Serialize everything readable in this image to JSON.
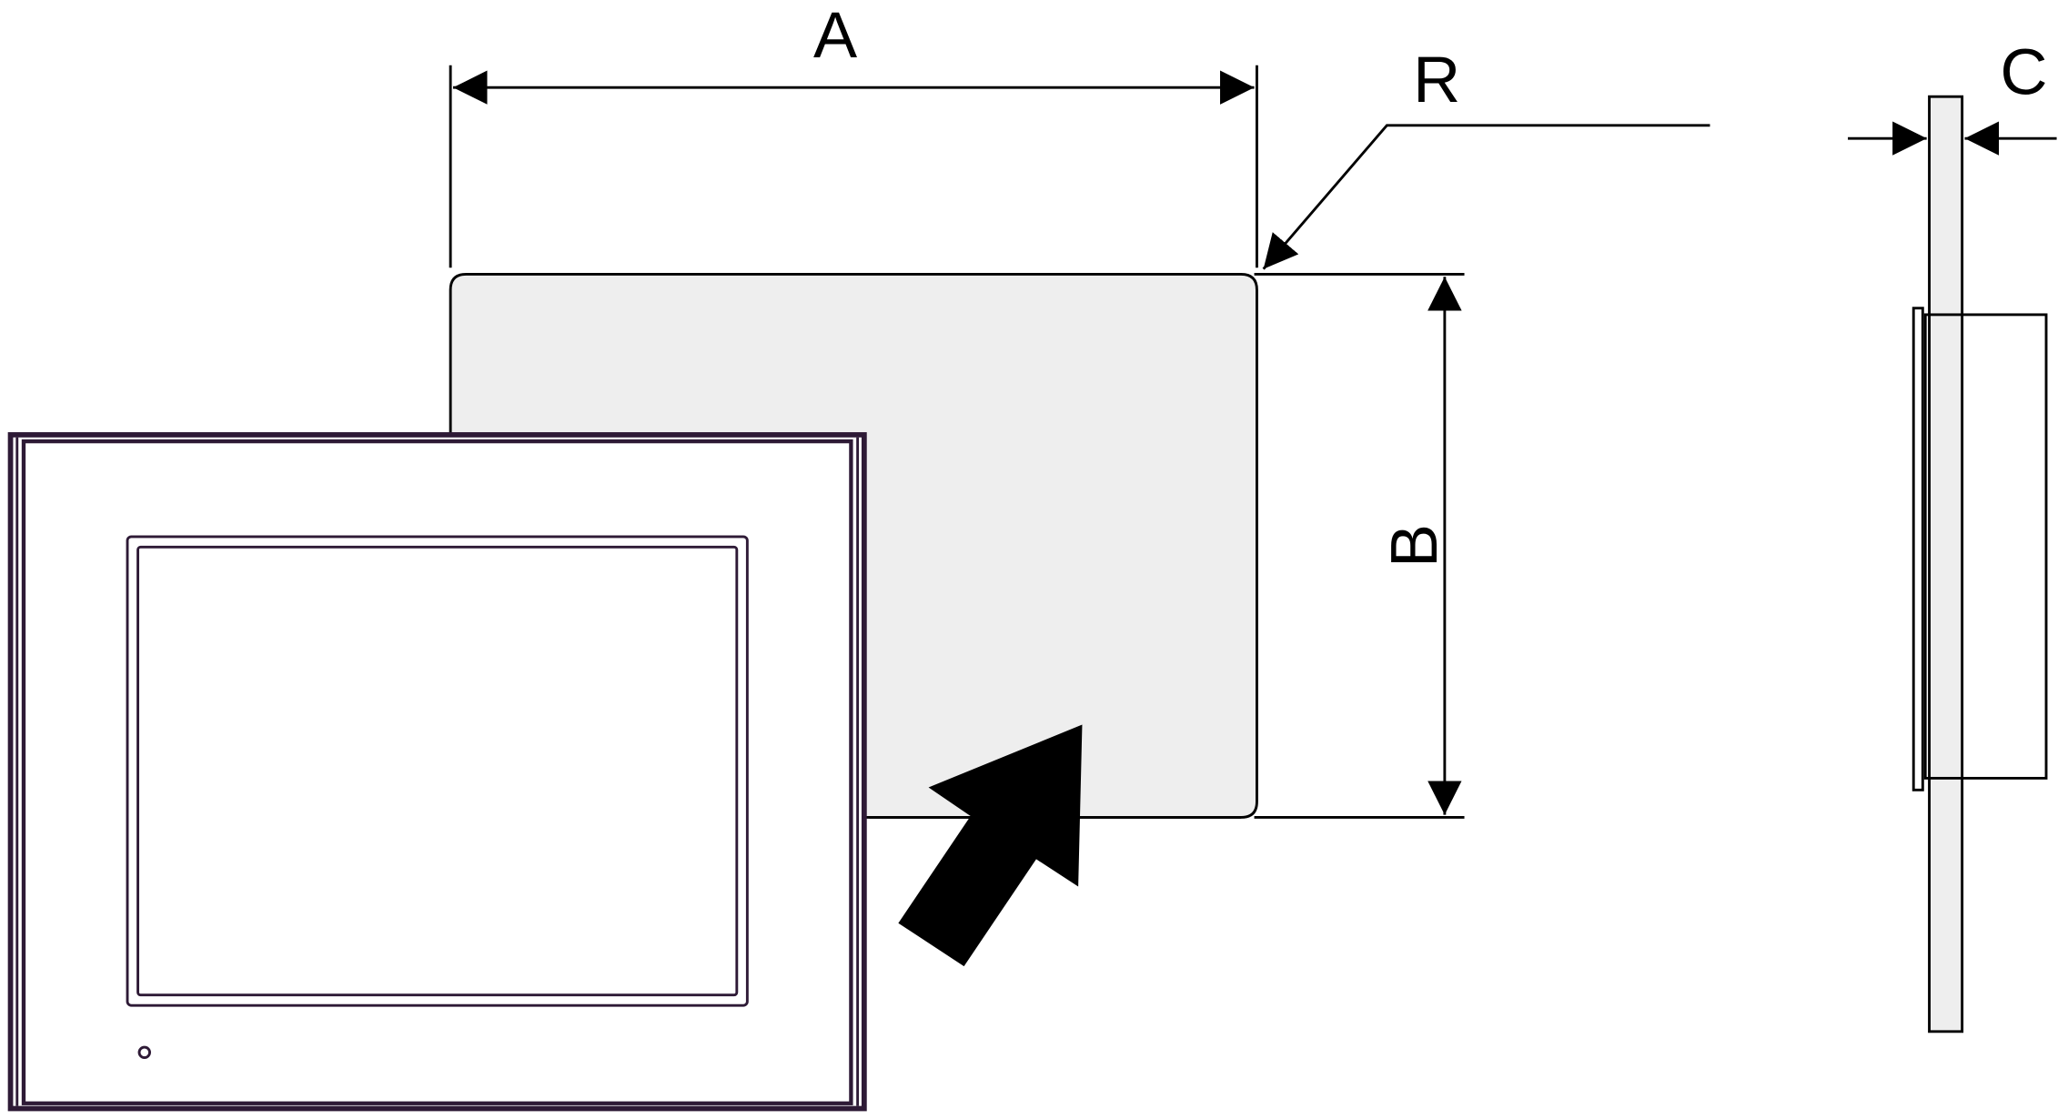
{
  "labels": {
    "width": "A",
    "height": "B",
    "radius": "R",
    "thickness": "C"
  },
  "colors": {
    "line": "#000000",
    "cutout_fill": "#eeeeee",
    "bezel_stroke": "#2e1a36",
    "background": "#ffffff"
  },
  "icons": {
    "insert_direction": "insert-arrow-icon",
    "indicator_led": "status-led-icon"
  }
}
